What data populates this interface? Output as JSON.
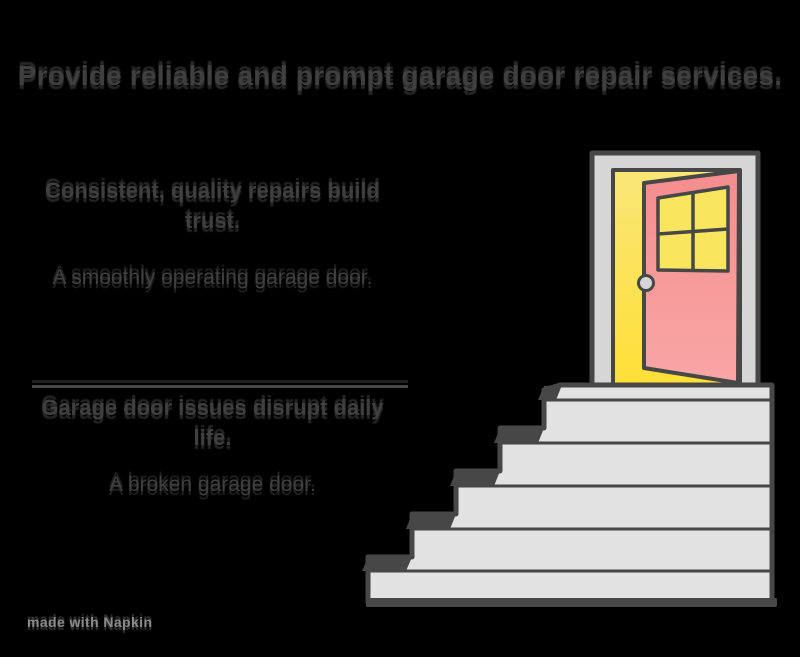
{
  "title": {
    "text": "Provide reliable and prompt garage door repair services."
  },
  "sections": [
    {
      "heading": "Consistent, quality repairs build trust.",
      "body": "A smoothly operating garage door."
    },
    {
      "heading": "Garage door issues disrupt daily life.",
      "body": "A broken garage door."
    }
  ],
  "watermark": {
    "text": "made with Napkin"
  },
  "illustration": {
    "name": "open-door-at-top-of-stairs",
    "elements": [
      "door-frame",
      "open-door-panel",
      "four-pane-window",
      "door-knob",
      "staircase-five-steps",
      "landing"
    ]
  },
  "colors": {
    "bg": "#000000",
    "ink": "#3f3f3f",
    "frame-gray": "#d6d6d6",
    "step-gray": "#e2e2e2",
    "outline": "#474747",
    "muted": "#8a8a8a",
    "door-pink-top": "#f58d8d",
    "door-pink-bottom": "#f9a6a6",
    "doorway-yellow-top": "#f9e678",
    "doorway-yellow-bottom": "#ffdf35",
    "pane-yellow": "#fae55e"
  }
}
